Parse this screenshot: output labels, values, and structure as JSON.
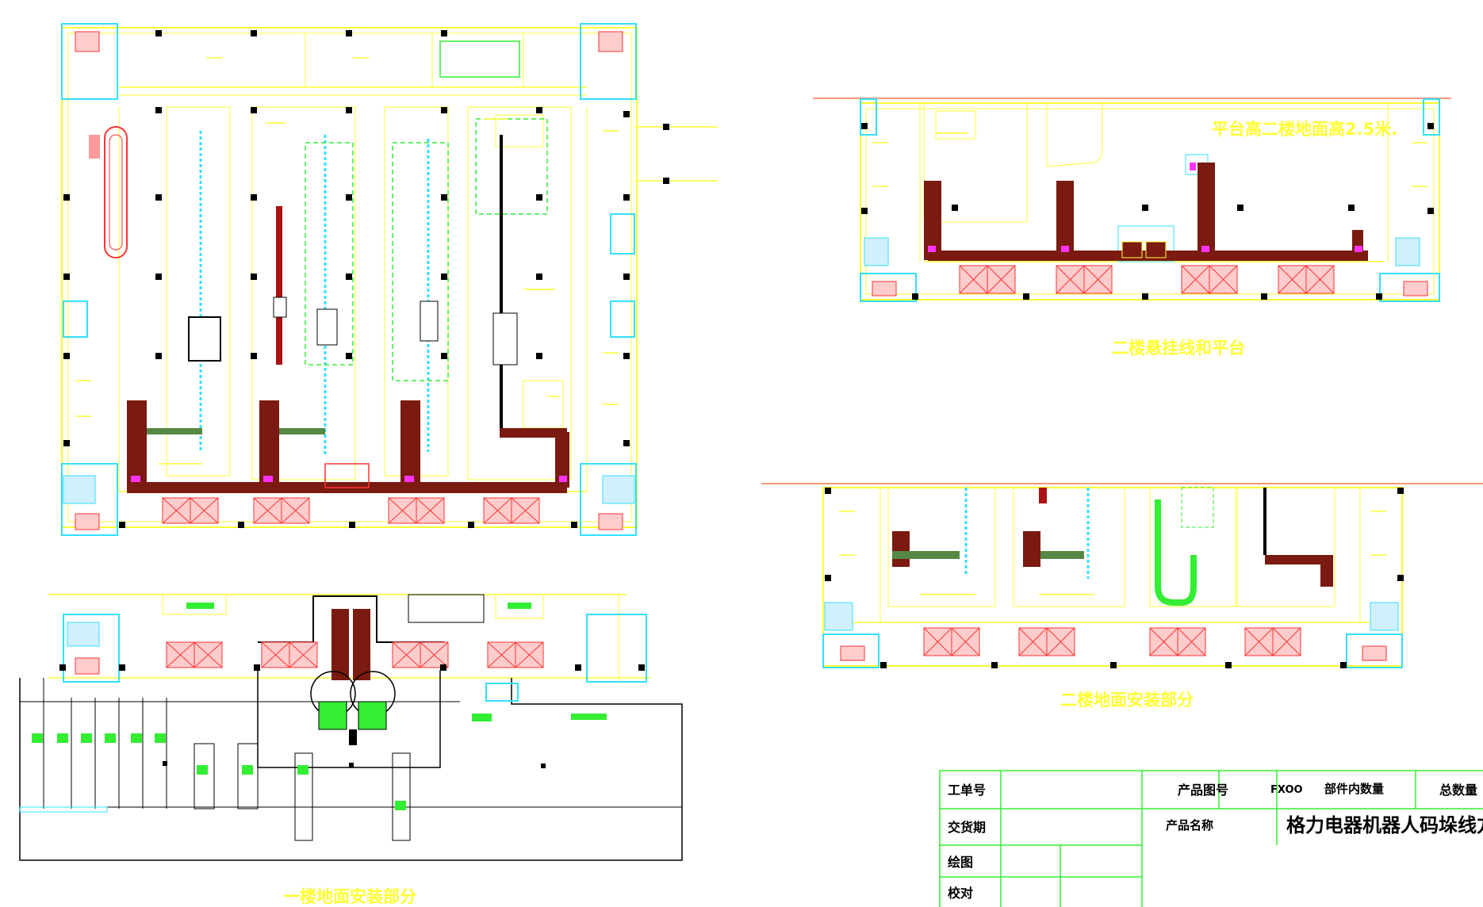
{
  "labels": {
    "platform_note": "平台高二楼地面高2.5米.",
    "floor2_hanging": "二楼悬挂线和平台",
    "floor2_ground": "二楼地面安装部分",
    "floor1_ground": "一楼地面安装部分"
  },
  "title_block": {
    "work_order_label": "工单号",
    "product_drawing_no_label": "产品图号",
    "product_drawing_no_value": "FXOO",
    "part_qty_label": "部件内数量",
    "total_qty_label": "总数量",
    "delivery_label": "交货期",
    "product_name_label": "产品名称",
    "product_name_value": "格力电器机器人码垛线方案图",
    "drawn_label": "绘图",
    "checked_label": "校对"
  },
  "colors": {
    "cad_yellow": "#ffff33",
    "cad_cyan": "#33e0ff",
    "cad_red": "#ff3333",
    "conveyor_brown": "#7a1a10",
    "cad_green": "#33ee33",
    "cad_magenta": "#ff33ff",
    "cad_black": "#000000",
    "ref_line": "#ff7744"
  }
}
